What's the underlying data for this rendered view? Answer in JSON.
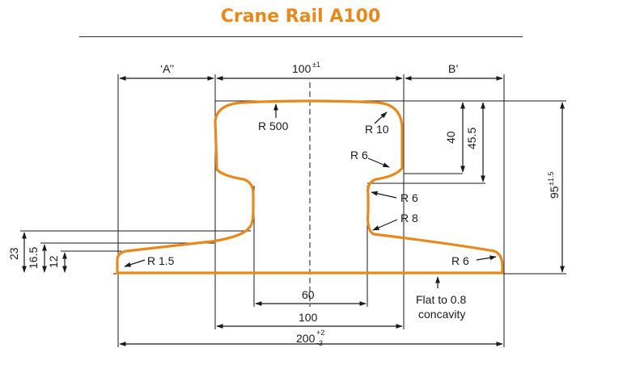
{
  "title": "Crane Rail A100",
  "colors": {
    "rail_outline": "#e8891c",
    "lines": "#1a1a1a",
    "title": "#e8891c"
  },
  "dimensions": {
    "zone_a": "‘A’’",
    "zone_b": "B’",
    "head_width": "100",
    "head_width_tol": "±1",
    "base_width": "200",
    "base_width_tol_upper": "+2",
    "base_width_tol_lower": "-3",
    "total_height": "95",
    "total_height_tol": "±1.5",
    "h40": "40",
    "h45_5": "45.5",
    "h23": "23",
    "h16_5": "16.5",
    "h12": "12",
    "web_60": "60",
    "web_100": "100"
  },
  "radii": {
    "r500": "R 500",
    "r10": "R 10",
    "r6_upper": "R 6",
    "r6_web": "R 6",
    "r8": "R 8",
    "r1_5": "R 1.5",
    "r6_foot": "R 6"
  },
  "notes": {
    "flat_line1": "Flat to 0.8",
    "flat_line2": "concavity"
  }
}
